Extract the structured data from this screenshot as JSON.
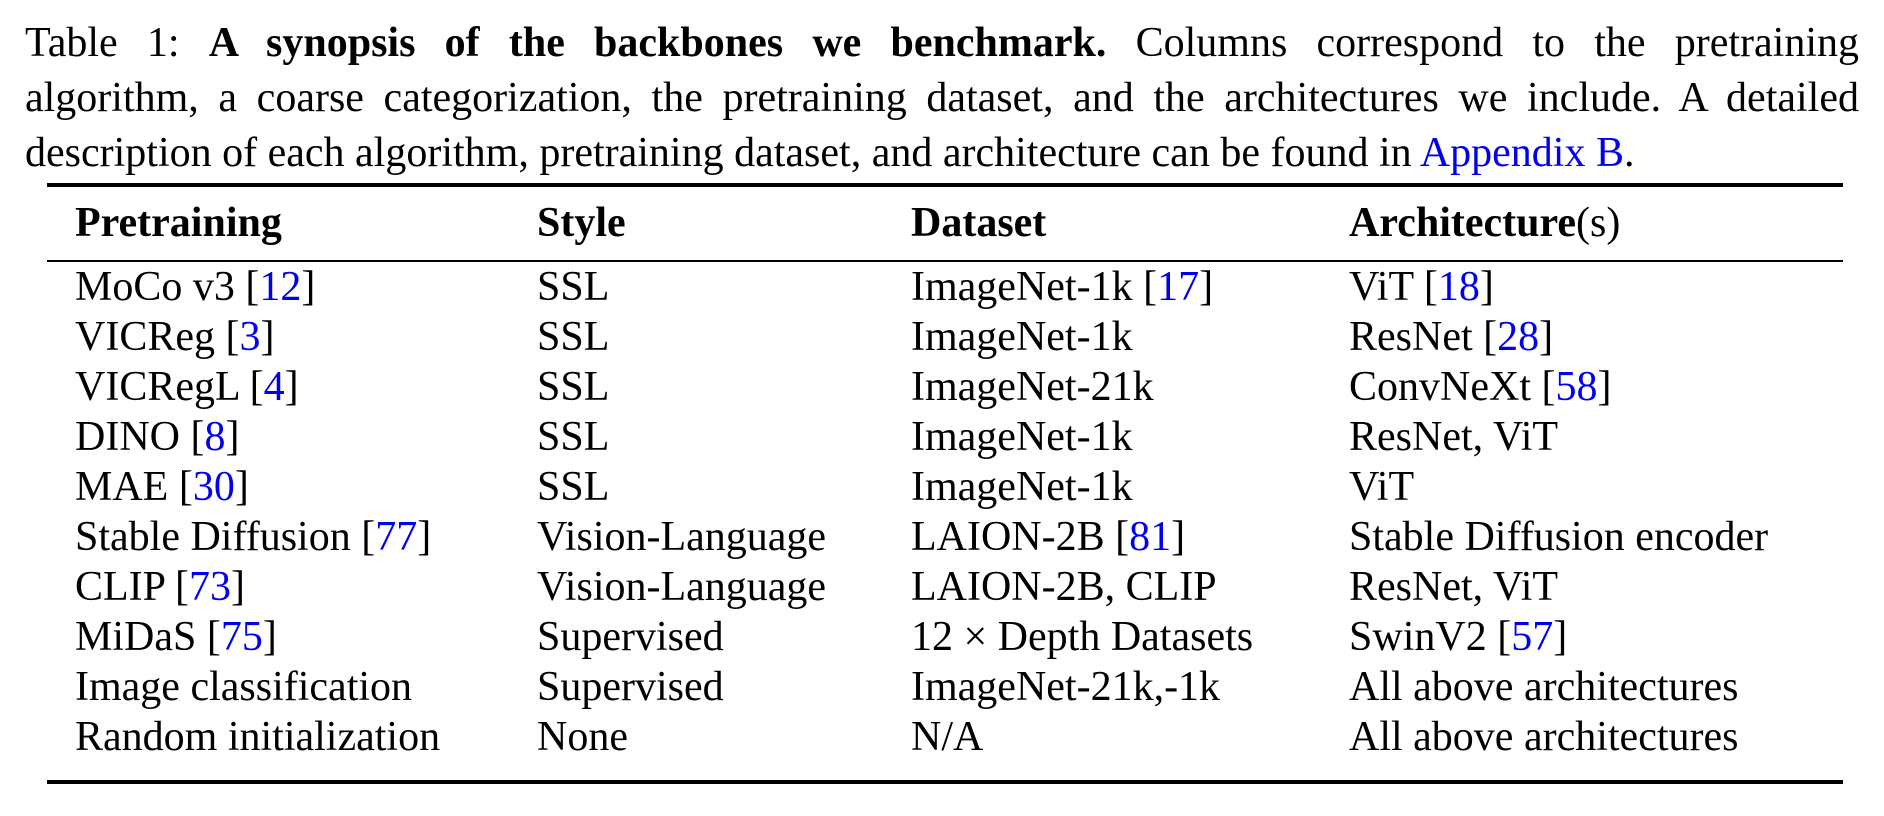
{
  "page": {
    "background": "#ffffff",
    "text_color": "#000000",
    "link_color": "#0000ee"
  },
  "caption": {
    "lines": [
      {
        "segments": [
          {
            "t": "Table 1: "
          },
          {
            "t": "A synopsis of the backbones we benchmark.",
            "b": true
          },
          {
            "t": " Columns correspond to the pretraining"
          }
        ]
      },
      {
        "segments": [
          {
            "t": "algorithm, a coarse categorization, the pretraining dataset, and the architectures we include. A detailed"
          }
        ]
      },
      {
        "segments": [
          {
            "t": "description of each algorithm, pretraining dataset, and architecture can be found in "
          },
          {
            "t": "Appendix B",
            "link": true,
            "n": "appendix-b-link"
          },
          {
            "t": "."
          }
        ]
      }
    ]
  },
  "table": {
    "headers": {
      "pretraining": "Pretraining",
      "style": "Style",
      "dataset": "Dataset",
      "architecture_bold": "Architecture",
      "architecture_suffix": "(s)"
    },
    "rows": [
      {
        "cells": [
          [
            {
              "t": "MoCo v3 ["
            },
            {
              "t": "12",
              "link": true
            },
            {
              "t": "]"
            }
          ],
          [
            {
              "t": "SSL"
            }
          ],
          [
            {
              "t": "ImageNet-1k ["
            },
            {
              "t": "17",
              "link": true
            },
            {
              "t": "]"
            }
          ],
          [
            {
              "t": "ViT ["
            },
            {
              "t": "18",
              "link": true
            },
            {
              "t": "]"
            }
          ]
        ]
      },
      {
        "cells": [
          [
            {
              "t": "VICReg ["
            },
            {
              "t": "3",
              "link": true
            },
            {
              "t": "]"
            }
          ],
          [
            {
              "t": "SSL"
            }
          ],
          [
            {
              "t": "ImageNet-1k"
            }
          ],
          [
            {
              "t": "ResNet ["
            },
            {
              "t": "28",
              "link": true
            },
            {
              "t": "]"
            }
          ]
        ]
      },
      {
        "cells": [
          [
            {
              "t": "VICRegL ["
            },
            {
              "t": "4",
              "link": true
            },
            {
              "t": "]"
            }
          ],
          [
            {
              "t": "SSL"
            }
          ],
          [
            {
              "t": "ImageNet-21k"
            }
          ],
          [
            {
              "t": "ConvNeXt ["
            },
            {
              "t": "58",
              "link": true
            },
            {
              "t": "]"
            }
          ]
        ]
      },
      {
        "cells": [
          [
            {
              "t": "DINO ["
            },
            {
              "t": "8",
              "link": true
            },
            {
              "t": "]"
            }
          ],
          [
            {
              "t": "SSL"
            }
          ],
          [
            {
              "t": "ImageNet-1k"
            }
          ],
          [
            {
              "t": "ResNet, ViT"
            }
          ]
        ]
      },
      {
        "cells": [
          [
            {
              "t": "MAE ["
            },
            {
              "t": "30",
              "link": true
            },
            {
              "t": "]"
            }
          ],
          [
            {
              "t": "SSL"
            }
          ],
          [
            {
              "t": "ImageNet-1k"
            }
          ],
          [
            {
              "t": "ViT"
            }
          ]
        ]
      },
      {
        "cells": [
          [
            {
              "t": "Stable Diffusion ["
            },
            {
              "t": "77",
              "link": true
            },
            {
              "t": "]"
            }
          ],
          [
            {
              "t": "Vision-Language"
            }
          ],
          [
            {
              "t": "LAION-2B ["
            },
            {
              "t": "81",
              "link": true
            },
            {
              "t": "]"
            }
          ],
          [
            {
              "t": "Stable Diffusion encoder"
            }
          ]
        ]
      },
      {
        "cells": [
          [
            {
              "t": "CLIP ["
            },
            {
              "t": "73",
              "link": true
            },
            {
              "t": "]"
            }
          ],
          [
            {
              "t": "Vision-Language"
            }
          ],
          [
            {
              "t": "LAION-2B, CLIP"
            }
          ],
          [
            {
              "t": "ResNet, ViT"
            }
          ]
        ]
      },
      {
        "cells": [
          [
            {
              "t": "MiDaS ["
            },
            {
              "t": "75",
              "link": true
            },
            {
              "t": "]"
            }
          ],
          [
            {
              "t": "Supervised"
            }
          ],
          [
            {
              "t": "12 × Depth Datasets"
            }
          ],
          [
            {
              "t": "SwinV2 ["
            },
            {
              "t": "57",
              "link": true
            },
            {
              "t": "]"
            }
          ]
        ]
      },
      {
        "cells": [
          [
            {
              "t": "Image classification"
            }
          ],
          [
            {
              "t": "Supervised"
            }
          ],
          [
            {
              "t": "ImageNet-21k,-1k"
            }
          ],
          [
            {
              "t": "All above architectures"
            }
          ]
        ]
      },
      {
        "cells": [
          [
            {
              "t": "Random initialization"
            }
          ],
          [
            {
              "t": "None"
            }
          ],
          [
            {
              "t": "N/A"
            }
          ],
          [
            {
              "t": "All above architectures"
            }
          ]
        ]
      }
    ]
  }
}
